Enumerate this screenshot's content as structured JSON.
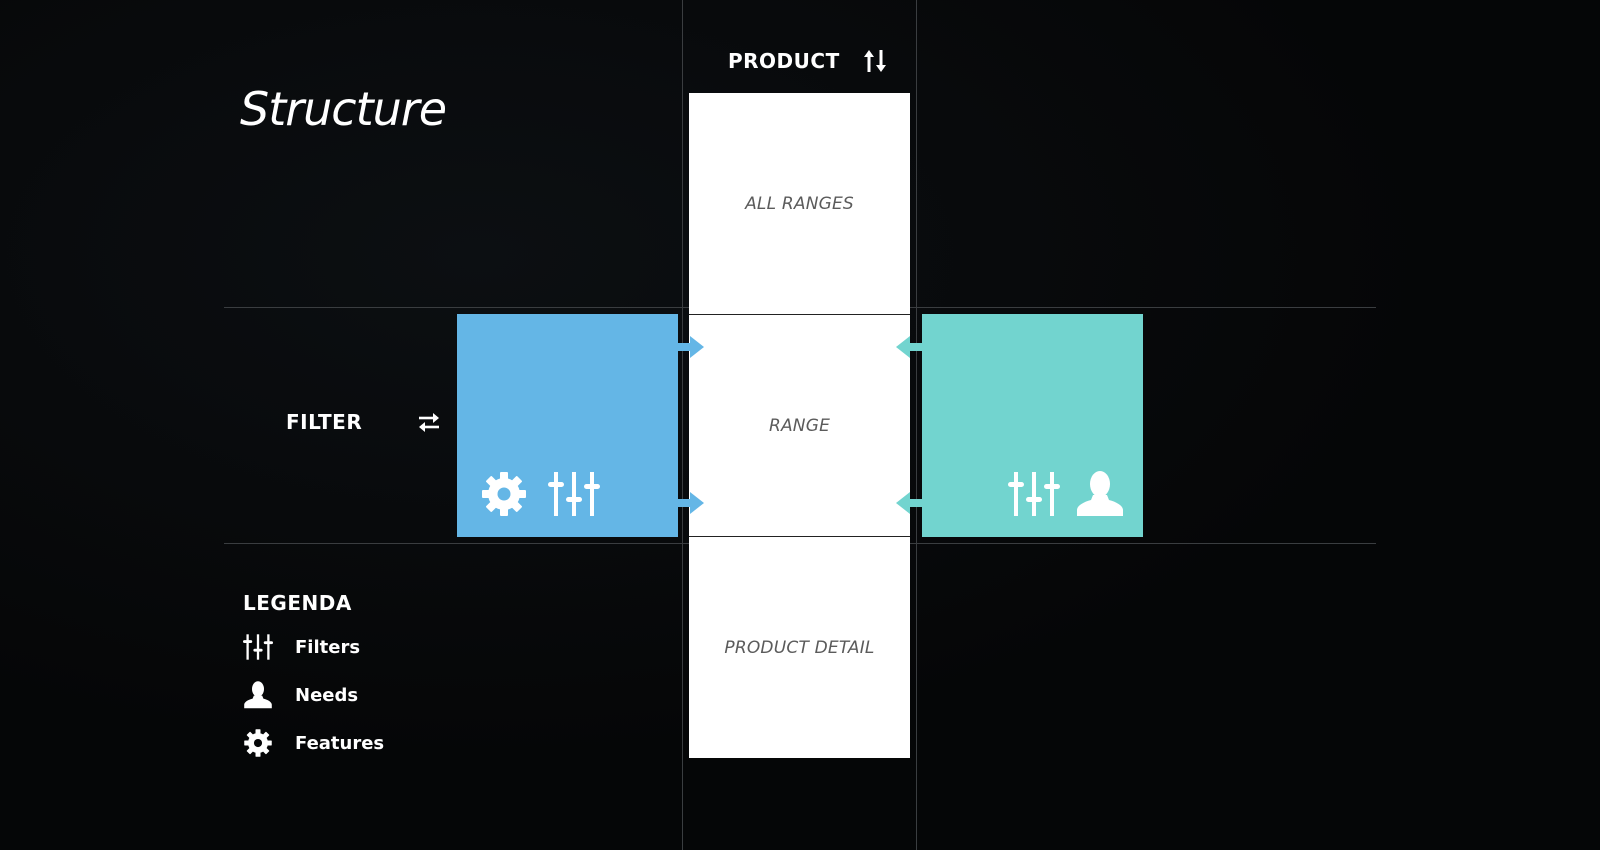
{
  "diagram": {
    "title": "Structure",
    "product_heading": "PRODUCT",
    "filter_heading": "FILTER",
    "product_levels": [
      "ALL RANGES",
      "RANGE",
      "PRODUCT DETAIL"
    ],
    "colors": {
      "background": "#050607",
      "filter_box": "#64b6e6",
      "needs_box": "#72d4cf",
      "product_column": "#ffffff",
      "grid_line": "#3a3d40"
    },
    "filter_box_icons": [
      "gear-icon",
      "sliders-icon"
    ],
    "needs_box_icons": [
      "sliders-icon",
      "person-icon"
    ]
  },
  "legend": {
    "heading": "LEGENDA",
    "items": [
      {
        "label": "Filters",
        "icon": "sliders-icon"
      },
      {
        "label": "Needs",
        "icon": "person-icon"
      },
      {
        "label": "Features",
        "icon": "gear-icon"
      }
    ]
  }
}
